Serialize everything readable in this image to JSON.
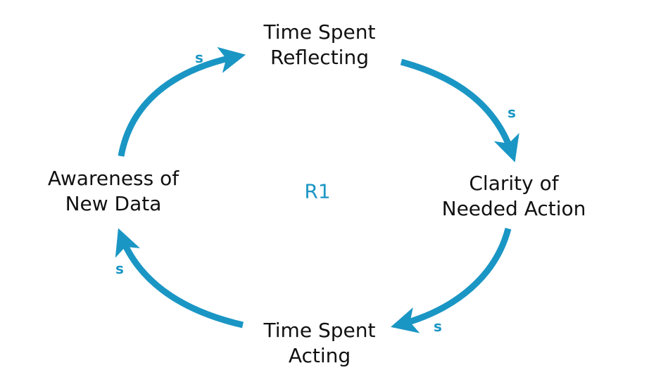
{
  "colors": {
    "arrow": "#1a96c4",
    "text": "#111111"
  },
  "nodes": [
    {
      "id": "time-spent-reflecting",
      "lines": [
        "Time Spent",
        "Reflecting"
      ]
    },
    {
      "id": "clarity-of-needed-action",
      "lines": [
        "Clarity of",
        "Needed Action"
      ]
    },
    {
      "id": "time-spent-acting",
      "lines": [
        "Time Spent",
        "Acting"
      ]
    },
    {
      "id": "awareness-of-new-data",
      "lines": [
        "Awareness of",
        "New Data"
      ]
    }
  ],
  "links": [
    {
      "from": "awareness-of-new-data",
      "to": "time-spent-reflecting",
      "polarity": "s"
    },
    {
      "from": "time-spent-reflecting",
      "to": "clarity-of-needed-action",
      "polarity": "s"
    },
    {
      "from": "clarity-of-needed-action",
      "to": "time-spent-acting",
      "polarity": "s"
    },
    {
      "from": "time-spent-acting",
      "to": "awareness-of-new-data",
      "polarity": "s"
    }
  ],
  "loop": {
    "label": "R1"
  }
}
